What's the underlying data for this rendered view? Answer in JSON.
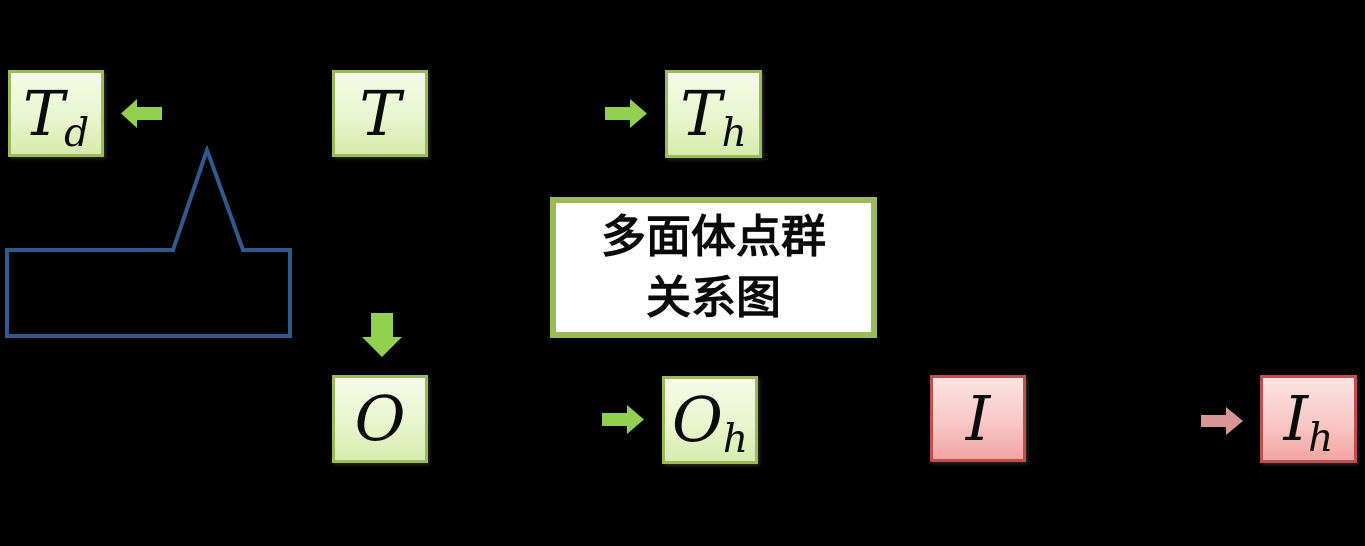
{
  "diagram": {
    "title": {
      "line1": "多面体点群",
      "line2": "关系图"
    },
    "nodes": {
      "td": {
        "base": "T",
        "sub": "d"
      },
      "t": {
        "base": "T",
        "sub": ""
      },
      "th": {
        "base": "T",
        "sub": "h"
      },
      "o": {
        "base": "O",
        "sub": ""
      },
      "oh": {
        "base": "O",
        "sub": "h"
      },
      "i": {
        "base": "I",
        "sub": ""
      },
      "ih": {
        "base": "I",
        "sub": "h"
      }
    },
    "icons": {
      "arrow_td": "block-arrow-left",
      "arrow_th": "block-arrow-right",
      "arrow_o": "block-arrow-down",
      "arrow_oh": "block-arrow-right",
      "arrow_ih": "block-arrow-right",
      "callout": "up-pointer-callout-outline"
    },
    "colors": {
      "background": "#000000",
      "green_box_border": "#9BBB59",
      "green_box_fill_top": "#F5FAE8",
      "green_box_fill_bottom": "#D7EBAE",
      "green_arrow": "#92D050",
      "pink_box_border": "#C0504D",
      "pink_box_fill_top": "#FBE3E2",
      "pink_box_fill_bottom": "#F2A5A2",
      "pink_arrow": "#D99694",
      "callout_stroke": "#2F5A8C",
      "title_border": "#9BBB59",
      "title_background": "#FFFFFF",
      "label_text": "#0b0b0b"
    }
  }
}
